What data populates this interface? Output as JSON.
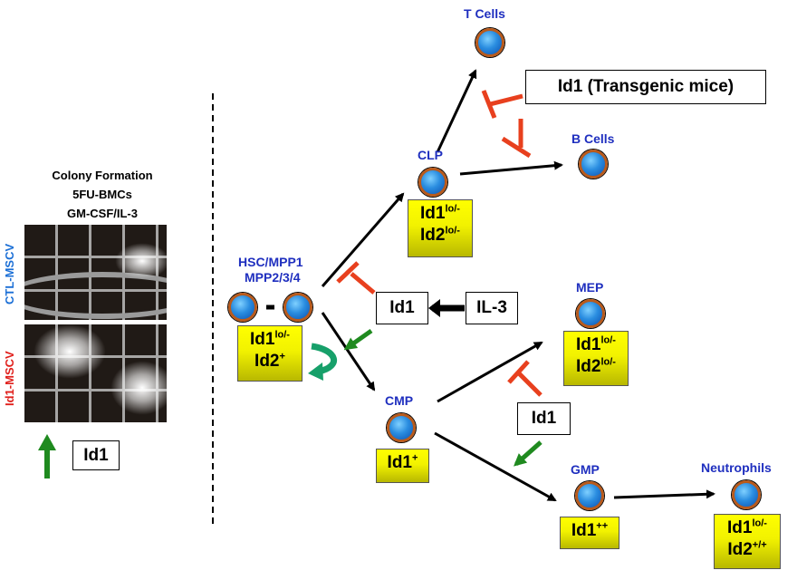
{
  "colony": {
    "title_lines": [
      "Colony Formation",
      "5FU-BMCs",
      "GM-CSF/IL-3"
    ],
    "ctl_label": "CTL-MSCV",
    "id1_label": "Id1-MSCV",
    "ctl_color": "#1b6fd6",
    "id1_color": "#e0201c",
    "arrow_box": "Id1"
  },
  "nodes": {
    "t_cells": "T Cells",
    "b_cells": "B Cells",
    "clp": "CLP",
    "hsc_line1": "HSC/MPP1",
    "hsc_line2": "MPP2/3/4",
    "mep": "MEP",
    "cmp": "CMP",
    "gmp": "GMP",
    "neutrophils": "Neutrophils"
  },
  "boxes": {
    "transgenic": "Id1 (Transgenic mice)",
    "id1_center": "Id1",
    "il3": "IL-3",
    "id1_lower": "Id1"
  },
  "expression": {
    "clp": [
      {
        "base": "Id1",
        "sup": "lo/-"
      },
      {
        "base": "Id2",
        "sup": "lo/-"
      }
    ],
    "hsc": [
      {
        "base": "Id1",
        "sup": "lo/-"
      },
      {
        "base": "Id2",
        "sup": "+"
      }
    ],
    "mep": [
      {
        "base": "Id1",
        "sup": "lo/-"
      },
      {
        "base": "Id2",
        "sup": "lo/-"
      }
    ],
    "cmp": [
      {
        "base": "Id1",
        "sup": "+"
      }
    ],
    "gmp": [
      {
        "base": "Id1",
        "sup": "++"
      }
    ],
    "neutrophils": [
      {
        "base": "Id1",
        "sup": "lo/-"
      },
      {
        "base": "Id2",
        "sup": "+/+"
      }
    ]
  },
  "colors": {
    "node_text": "#1f2fbf",
    "inhibit": "#e8401e",
    "activate_green": "#1f8a1f",
    "expr_box": "#f2f200"
  }
}
